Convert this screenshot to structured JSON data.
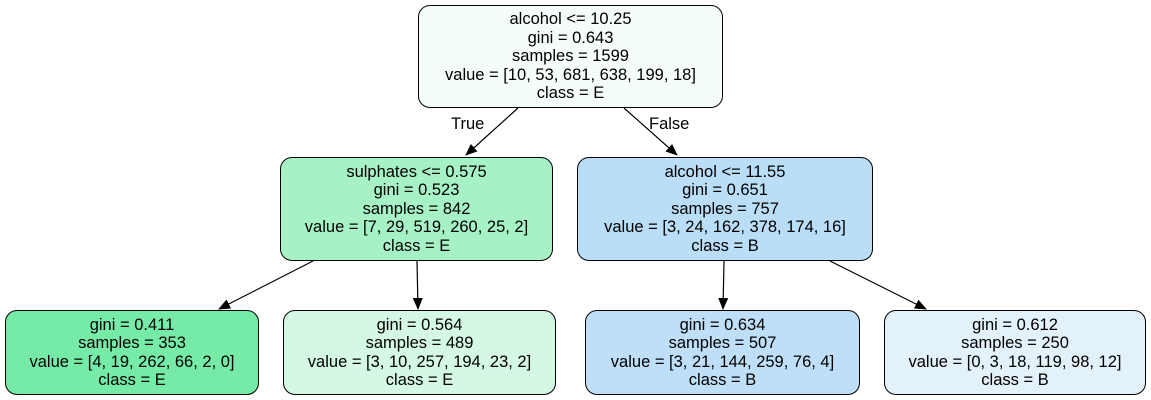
{
  "tree": {
    "root": {
      "condition": "alcohol <= 10.25",
      "gini": "gini = 0.643",
      "samples": "samples = 1599",
      "value": "value = [10, 53, 681, 638, 199, 18]",
      "class": "class = E",
      "fill": "#f5fdf8"
    },
    "edge_labels": {
      "true": "True",
      "false": "False"
    },
    "left": {
      "condition": "sulphates <= 0.575",
      "gini": "gini = 0.523",
      "samples": "samples = 842",
      "value": "value = [7, 29, 519, 260, 25, 2]",
      "class": "class = E",
      "fill": "#a6f2c6"
    },
    "right": {
      "condition": "alcohol <= 11.55",
      "gini": "gini = 0.651",
      "samples": "samples = 757",
      "value": "value = [3, 24, 162, 378, 174, 16]",
      "class": "class = B",
      "fill": "#badef7"
    },
    "left_left": {
      "gini": "gini = 0.411",
      "samples": "samples = 353",
      "value": "value = [4, 19, 262, 66, 2, 0]",
      "class": "class = E",
      "fill": "#76eba7"
    },
    "left_right": {
      "gini": "gini = 0.564",
      "samples": "samples = 489",
      "value": "value = [3, 10, 257, 194, 23, 2]",
      "class": "class = E",
      "fill": "#d4f8e2"
    },
    "right_left": {
      "gini": "gini = 0.634",
      "samples": "samples = 507",
      "value": "value = [3, 21, 144, 259, 76, 4]",
      "class": "class = B",
      "fill": "#bedff7"
    },
    "right_right": {
      "gini": "gini = 0.612",
      "samples": "samples = 250",
      "value": "value = [0, 3, 18, 119, 98, 12]",
      "class": "class = B",
      "fill": "#e3f1fb"
    }
  }
}
